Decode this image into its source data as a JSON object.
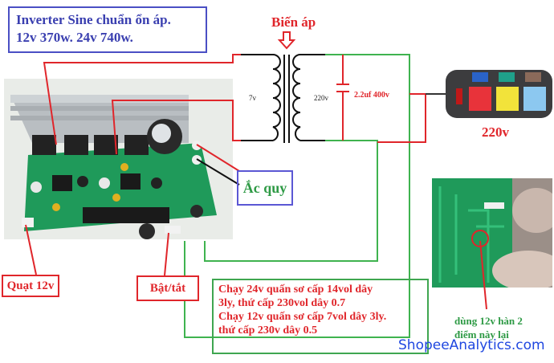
{
  "title_box": {
    "line1": "Inverter Sine chuẩn ổn áp.",
    "line2": "12v 370w. 24v 740w."
  },
  "transformer": {
    "label": "Biến áp",
    "primary_voltage": "7v",
    "secondary_voltage": "220v",
    "capacitor_label": "2.2uf 400v"
  },
  "power_strip": {
    "output_label": "220v",
    "socket_colors": [
      "#e8333a",
      "#f2e33a",
      "#8cc8f0"
    ],
    "small_socket_colors": [
      "#2a63c8",
      "#1fa08a",
      "#8a6a5a"
    ]
  },
  "labels": {
    "battery": "Ắc quy",
    "fan": "Quạt 12v",
    "switch": "Bật/tắt"
  },
  "notes": {
    "line1": "Chạy 24v quấn sơ cấp 14vol dây",
    "line2": "3ly, thứ cấp 230vol dây 0.7",
    "line3": "Chạy 12v quấn sơ cấp 7vol dây 3ly.",
    "line4": "thứ cấp 230v dây 0.5"
  },
  "solder_note": {
    "line1": "dùng 12v hàn 2",
    "line2": "điểm này lại"
  },
  "watermark": "ShopeeAnalytics.com",
  "colors": {
    "wire_red": "#e0262b",
    "wire_green": "#3fb34f",
    "title_blue": "#3a3fb0",
    "pcb_green": "#1f9a5a"
  }
}
